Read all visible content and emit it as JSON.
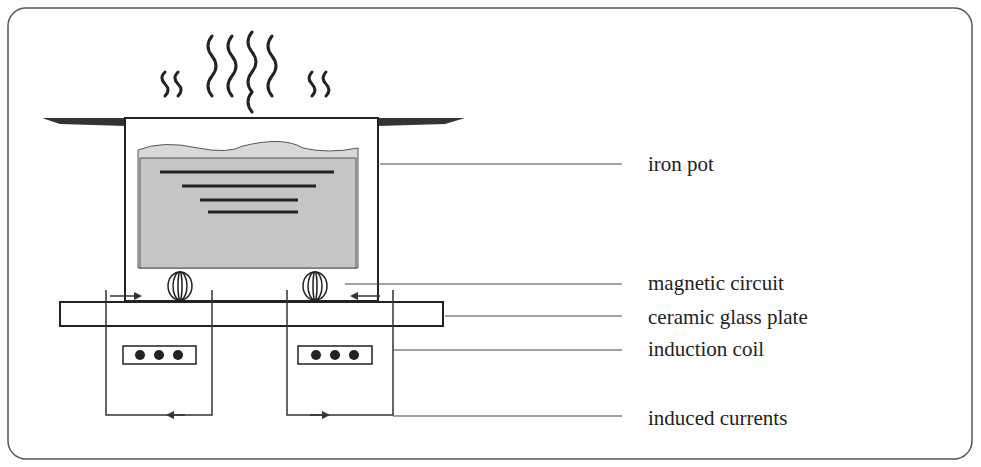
{
  "diagram": {
    "labels": [
      "iron pot",
      "magnetic circuit",
      "ceramic glass plate",
      "induction coil",
      "induced currents"
    ]
  }
}
